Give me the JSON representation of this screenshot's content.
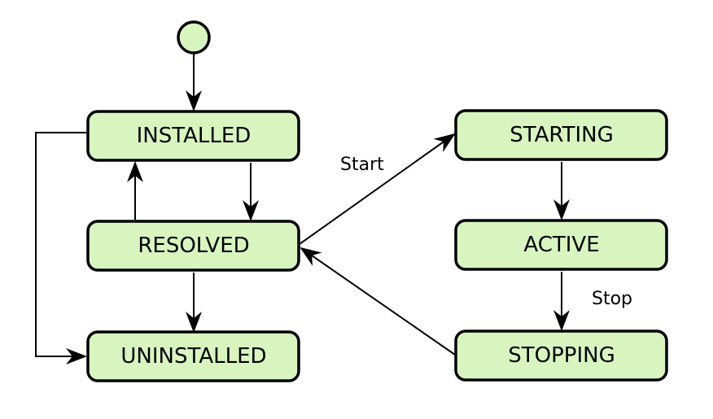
{
  "diagram": {
    "type": "state-diagram",
    "colors": {
      "node_fill": "#d8f5c0",
      "node_stroke": "#000000",
      "edge": "#000000",
      "background": "#ffffff"
    },
    "initial_state": {
      "kind": "initial-circle"
    },
    "states": {
      "installed": "INSTALLED",
      "resolved": "RESOLVED",
      "uninstalled": "UNINSTALLED",
      "starting": "STARTING",
      "active": "ACTIVE",
      "stopping": "STOPPING"
    },
    "transitions": [
      {
        "from": "initial",
        "to": "installed",
        "label": ""
      },
      {
        "from": "installed",
        "to": "resolved",
        "label": ""
      },
      {
        "from": "resolved",
        "to": "installed",
        "label": ""
      },
      {
        "from": "installed",
        "to": "uninstalled",
        "label": ""
      },
      {
        "from": "resolved",
        "to": "uninstalled",
        "label": ""
      },
      {
        "from": "resolved",
        "to": "starting",
        "label": "Start"
      },
      {
        "from": "starting",
        "to": "active",
        "label": ""
      },
      {
        "from": "active",
        "to": "stopping",
        "label": "Stop"
      },
      {
        "from": "stopping",
        "to": "resolved",
        "label": ""
      }
    ],
    "edge_labels": {
      "start": "Start",
      "stop": "Stop"
    }
  }
}
